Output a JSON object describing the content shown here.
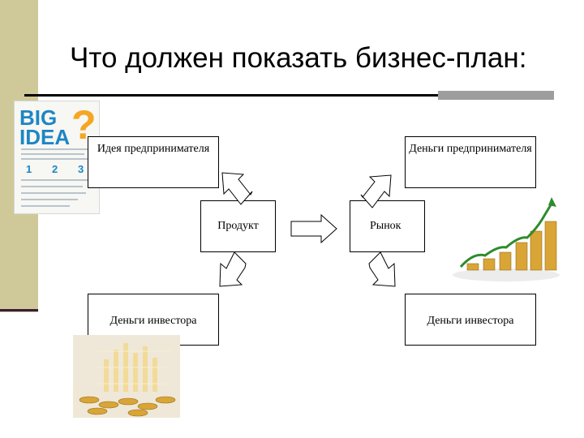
{
  "title": "Что должен показать бизнес-план:",
  "boxes": {
    "idea": "Идея предпринимателя",
    "money_entrepreneur": "Деньги предпринимателя",
    "product": "Продукт",
    "market": "Рынок",
    "investor_left": "Деньги инвестора",
    "investor_right": "Деньги инвестора"
  },
  "images": {
    "poster_text_big": "BIG",
    "poster_text_idea": "IDEA",
    "poster_numbers": [
      "1",
      "2",
      "3"
    ]
  },
  "colors": {
    "sidebar": "#cfc99a",
    "poster_blue": "#1d86c5",
    "poster_orange": "#f5a623",
    "coin_gold": "#d9a536",
    "arrow_fill": "#ffffff"
  }
}
